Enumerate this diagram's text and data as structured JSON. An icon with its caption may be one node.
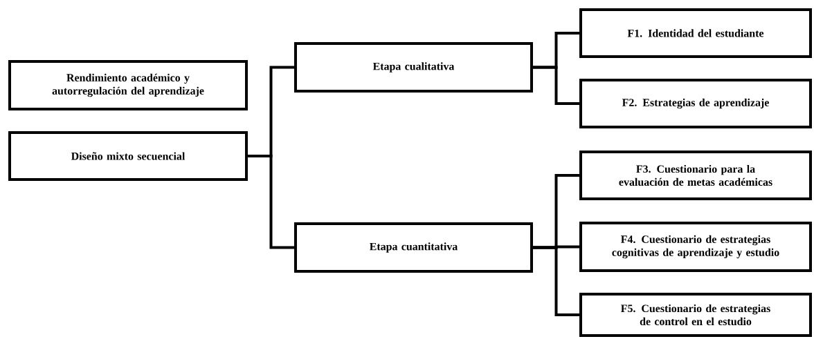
{
  "diagram": {
    "nodes": [
      {
        "text": [
          "Rendimiento académico y autorregulación del aprendizaje"
        ]
      },
      {
        "text": [
          "Diseño mixto secuencial"
        ]
      },
      {
        "text": [
          "Etapa cualitativa"
        ]
      },
      {
        "text": [
          "Etapa cuantitativa"
        ]
      },
      {
        "text": [
          "F1. Identidad del estudiante"
        ]
      },
      {
        "text": [
          "F2. Estrategias de aprendizaje"
        ]
      },
      {
        "text": [
          "F3. Cuestionario para la evaluación de metas académicas"
        ]
      },
      {
        "text": [
          "F4. Cuestionario de estrategias cognitivas de aprendizaje y estudio"
        ]
      },
      {
        "text": [
          "F5. Cuestionario de estrategias de control en el estudio"
        ]
      }
    ],
    "edges": [
      {
        "from": 1,
        "to": 2,
        "arrow": "none"
      },
      {
        "from": 1,
        "to": 3,
        "arrow": "none"
      },
      {
        "from": 2,
        "to": 4,
        "arrow": "none"
      },
      {
        "from": 2,
        "to": 5,
        "arrow": "none"
      },
      {
        "from": 3,
        "to": 6,
        "arrow": "none"
      },
      {
        "from": 3,
        "to": 7,
        "arrow": "none"
      },
      {
        "from": 3,
        "to": 8,
        "arrow": "none"
      }
    ]
  }
}
